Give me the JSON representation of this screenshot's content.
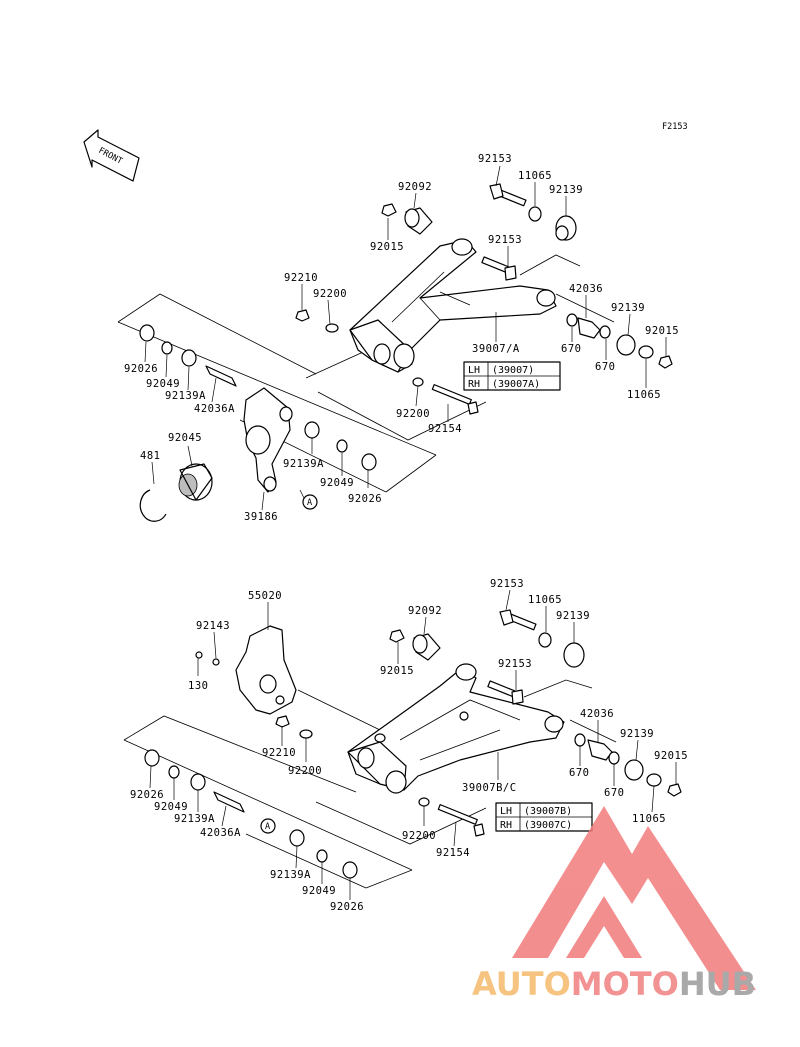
{
  "figure_code": "F2153",
  "front_label": "FRONT",
  "connector_letter": "A",
  "watermark": {
    "text_auto": "AUTO",
    "text_moto": "MOTO",
    "text_hub": "HUB",
    "colors": {
      "auto": "#f5b96b",
      "moto": "#f08080",
      "hub": "#9b9b9b",
      "logo": "#f27b7b"
    }
  },
  "top_assembly": {
    "labels": {
      "p92153a": "92153",
      "p11065a": "11065",
      "p92139a": "92139",
      "p92092": "92092",
      "p92015a": "92015",
      "p92153b": "92153",
      "p92210": "92210",
      "p92200a": "92200",
      "p42036": "42036",
      "p92139b": "92139",
      "p92015b": "92015",
      "p670a": "670",
      "p670b": "670",
      "p11065b": "11065",
      "p39007": "39007/A",
      "p92026a": "92026",
      "p92049a": "92049",
      "p92139Aa": "92139A",
      "p42036A": "42036A",
      "p92045": "92045",
      "p481": "481",
      "p92139Ab": "92139A",
      "p92049b": "92049",
      "p92026b": "92026",
      "p39186": "39186",
      "p92200b": "92200",
      "p92154": "92154"
    },
    "variant_table": [
      {
        "side": "LH",
        "code": "(39007)"
      },
      {
        "side": "RH",
        "code": "(39007A)"
      }
    ]
  },
  "bottom_assembly": {
    "labels": {
      "p55020": "55020",
      "p92143": "92143",
      "p130": "130",
      "p92092": "92092",
      "p92015a": "92015",
      "p92153a": "92153",
      "p11065a": "11065",
      "p92139a": "92139",
      "p92153b": "92153",
      "p42036": "42036",
      "p92139b": "92139",
      "p92015b": "92015",
      "p670a": "670",
      "p670b": "670",
      "p11065b": "11065",
      "p92210": "92210",
      "p92200a": "92200",
      "p39007": "39007B/C",
      "p92026a": "92026",
      "p92049a": "92049",
      "p92139Aa": "92139A",
      "p42036A": "42036A",
      "p92139Ab": "92139A",
      "p92049b": "92049",
      "p92026b": "92026",
      "p92200b": "92200",
      "p92154": "92154"
    },
    "variant_table": [
      {
        "side": "LH",
        "code": "(39007B)"
      },
      {
        "side": "RH",
        "code": "(39007C)"
      }
    ]
  }
}
